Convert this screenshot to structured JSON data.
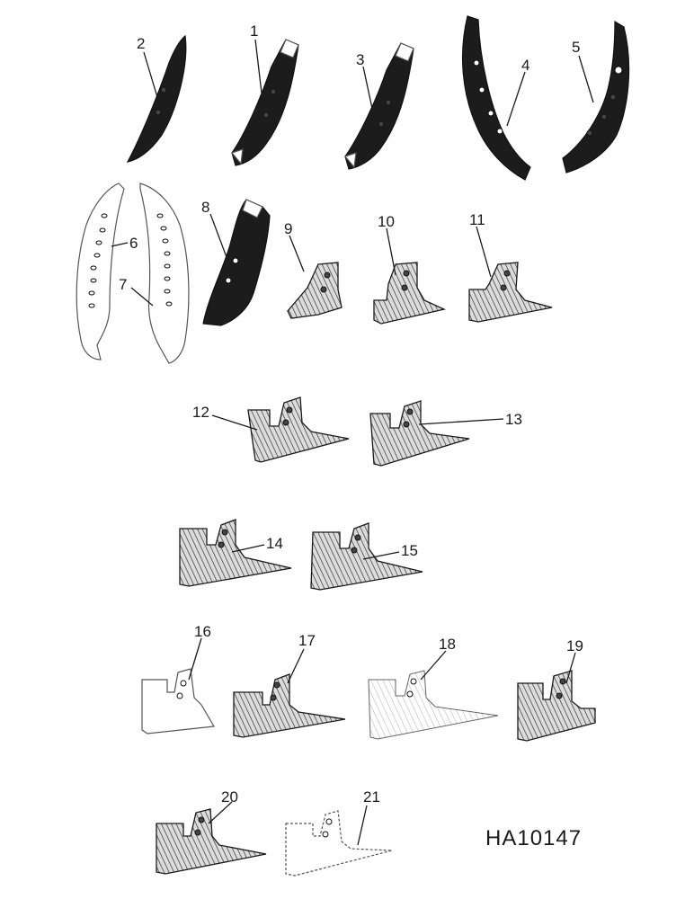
{
  "figure": {
    "reference_code": "HA10147",
    "part_numbers": [
      "1",
      "2",
      "3",
      "4",
      "5",
      "6",
      "7",
      "8",
      "9",
      "10",
      "11",
      "12",
      "13",
      "14",
      "15",
      "16",
      "17",
      "18",
      "19",
      "20",
      "21"
    ]
  }
}
